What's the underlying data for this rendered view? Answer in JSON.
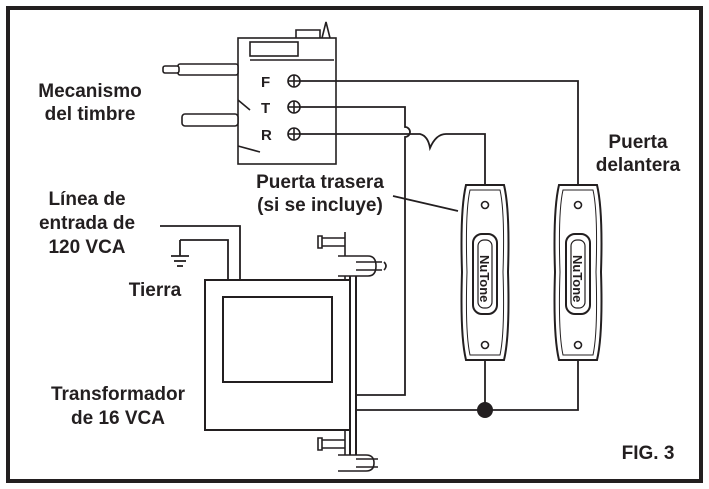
{
  "labels": {
    "chime_line1": "Mecanismo",
    "chime_line2": "del timbre",
    "terminals": [
      "F",
      "T",
      "R"
    ],
    "front_door_line1": "Puerta",
    "front_door_line2": "delantera",
    "rear_door_line1": "Puerta trasera",
    "rear_door_line2": "(si se incluye)",
    "input_line1": "Línea de",
    "input_line2": "entrada de",
    "input_line3": "120 VCA",
    "ground": "Tierra",
    "transformer_line1": "Transformador",
    "transformer_line2": "de 16 VCA",
    "figure": "FIG. 3"
  },
  "buttons": {
    "rear_brand": "NuTone",
    "front_brand": "NuTone"
  },
  "colors": {
    "ink": "#231f20",
    "background": "#ffffff"
  }
}
